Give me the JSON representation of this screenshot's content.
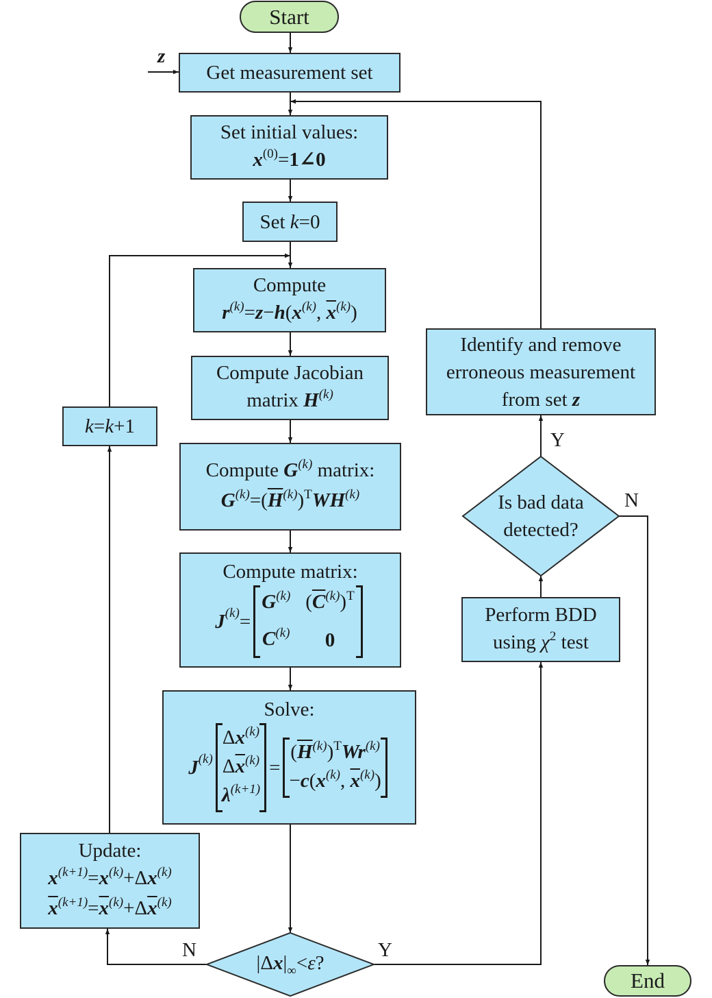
{
  "start": "Start",
  "end": "End",
  "input_label": "z",
  "get_measurement": "Get measurement set",
  "set_initial": {
    "line1": "Set initial values:",
    "x": "x",
    "sup": "(0)",
    "eq": "=",
    "val": "1∠0"
  },
  "set_k": {
    "pre": "Set ",
    "k": "k",
    "post": "=0"
  },
  "compute_r": {
    "line1": "Compute",
    "r": "r",
    "sup_k": "(k)",
    "eq": "=",
    "z": "z",
    "minus": "−",
    "h": "h",
    "lp": "(",
    "x": "x",
    "comma": ", ",
    "xbar": "x",
    "rp": ")"
  },
  "compute_jacobian": {
    "line1": "Compute Jacobian",
    "pre": "matrix ",
    "H": "H",
    "sup_k": "(k)"
  },
  "compute_g": {
    "line1_pre": "Compute ",
    "G": "G",
    "sup_k": "(k)",
    "line1_post": " matrix:",
    "eq": "=",
    "lp": "(",
    "Hbar": "H",
    "rp": ")",
    "T": "T",
    "W": "W",
    "H": "H"
  },
  "compute_matrix": {
    "line1": "Compute matrix:",
    "J": "J",
    "sup_k": "(k)",
    "eq": "=",
    "G": "G",
    "C": "C",
    "Cbar": "C",
    "lp": "(",
    "rp": ")",
    "T": "T",
    "zero": "0"
  },
  "solve": {
    "line1": "Solve:",
    "J": "J",
    "sup_k": "(k)",
    "delta": "Δ",
    "x": "x",
    "lambda": "λ",
    "sup_k1": "(k+1)",
    "eq": "=",
    "lp": "(",
    "rp": ")",
    "Hbar": "H",
    "T": "T",
    "W": "W",
    "r": "r",
    "minus": "−",
    "c": "c",
    "comma": ", "
  },
  "update": {
    "line1": "Update:",
    "x": "x",
    "sup_k1": "(k+1)",
    "sup_k": "(k)",
    "eq": "=",
    "plus": "+",
    "delta": "Δ"
  },
  "k_increment": {
    "k1": "k",
    "eq": "=",
    "k2": "k",
    "plus": "+1"
  },
  "convergence": {
    "abs_l": "|",
    "delta": "Δ",
    "x": "x",
    "abs_r": "|",
    "inf": "∞",
    "lt": "<",
    "eps": "ε",
    "q": "?"
  },
  "bdd": {
    "line1": "Perform BDD",
    "pre": "using ",
    "chi": "χ",
    "sq": "2",
    "post": " test"
  },
  "bad_data": {
    "line1": "Is bad data",
    "line2": "detected?"
  },
  "identify": {
    "line1": "Identify and remove",
    "line2": "erroneous measurement",
    "line3_pre": "from set ",
    "z": "z"
  },
  "edge_labels": {
    "conv_no": "N",
    "conv_yes": "Y",
    "bad_yes": "Y",
    "bad_no": "N"
  },
  "colors": {
    "box_fill": "#b3e5f8",
    "terminal_fill": "#c8ebb4",
    "stroke": "#2b2b2b"
  }
}
